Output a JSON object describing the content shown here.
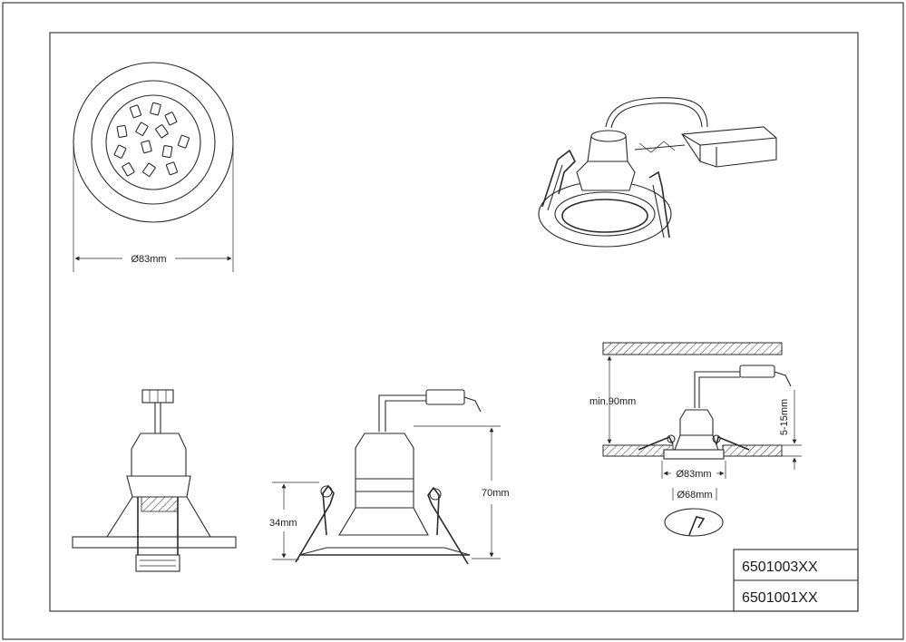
{
  "dimensions": {
    "diameter_top": "Ø83mm",
    "height_total": "70mm",
    "height_ring": "34mm",
    "min_depth": "min.90mm",
    "ceiling_thickness": "5-15mm",
    "diameter_outer": "Ø83mm",
    "diameter_cutout": "Ø68mm"
  },
  "product_codes": [
    "6501003XX",
    "6501001XX"
  ]
}
